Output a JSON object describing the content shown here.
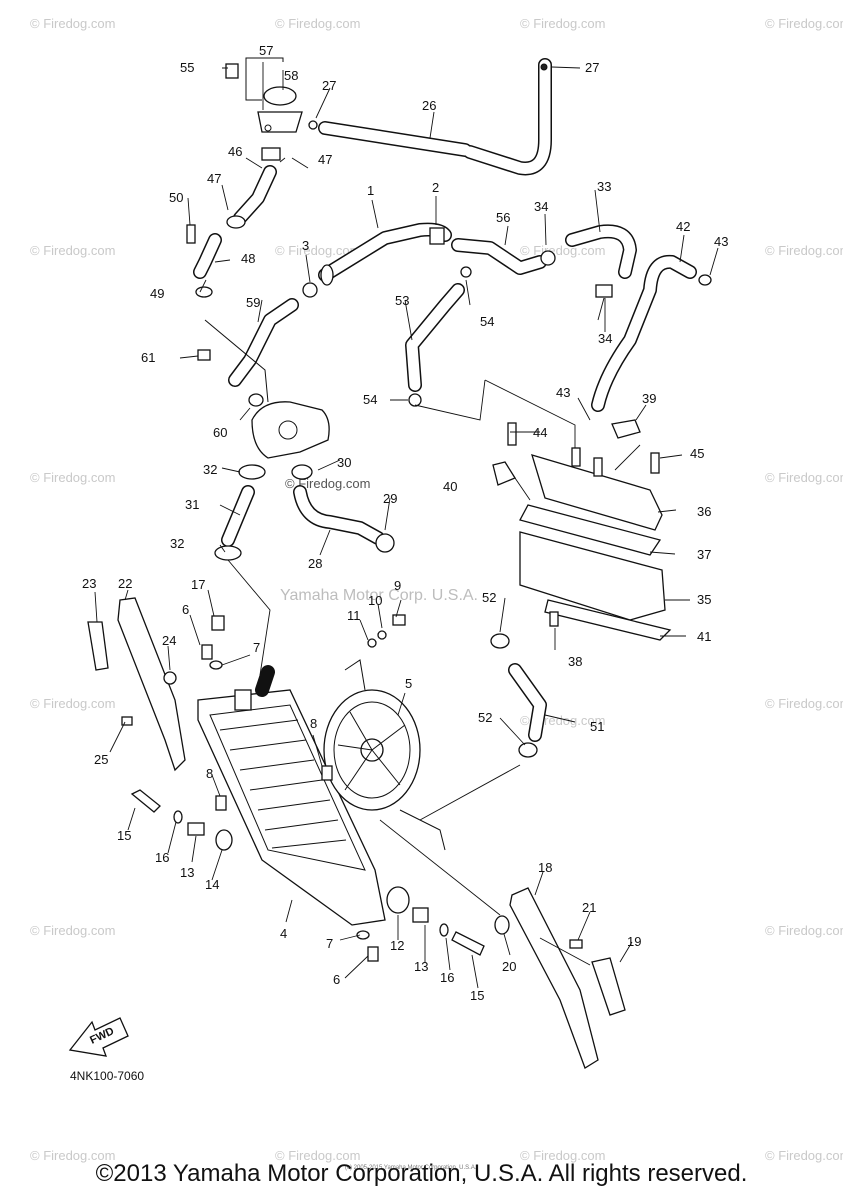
{
  "watermark": {
    "text": "© Firedog.com",
    "center_text": "Yamaha Motor Corp. U.S.A."
  },
  "diagram_code": "4NK100-7060",
  "fwd_label": "FWD",
  "copyright": "©2013 Yamaha Motor Corporation, U.S.A. All rights reserved.",
  "fine_print": "(c) 2005-2015 Yamaha Motor Corporation, U.S.A.",
  "labels": {
    "p1": "1",
    "p2": "2",
    "p3": "3",
    "p4": "4",
    "p5": "5",
    "p6a": "6",
    "p6b": "6",
    "p7a": "7",
    "p7b": "7",
    "p8a": "8",
    "p8b": "8",
    "p9": "9",
    "p10": "10",
    "p11": "11",
    "p12": "12",
    "p13a": "13",
    "p13b": "13",
    "p14": "14",
    "p15a": "15",
    "p15b": "15",
    "p16a": "16",
    "p16b": "16",
    "p17": "17",
    "p18": "18",
    "p19": "19",
    "p20": "20",
    "p21": "21",
    "p22": "22",
    "p23": "23",
    "p24": "24",
    "p25": "25",
    "p26": "26",
    "p27a": "27",
    "p27b": "27",
    "p28": "28",
    "p29": "29",
    "p30": "30",
    "p31": "31",
    "p32a": "32",
    "p32b": "32",
    "p33": "33",
    "p34a": "34",
    "p34b": "34",
    "p35": "35",
    "p36": "36",
    "p37": "37",
    "p38": "38",
    "p39": "39",
    "p40": "40",
    "p41": "41",
    "p42": "42",
    "p43a": "43",
    "p43b": "43",
    "p44": "44",
    "p45": "45",
    "p46": "46",
    "p47a": "47",
    "p47b": "47",
    "p48": "48",
    "p49": "49",
    "p50": "50",
    "p51": "51",
    "p52a": "52",
    "p52b": "52",
    "p53": "53",
    "p54a": "54",
    "p54b": "54",
    "p55": "55",
    "p56": "56",
    "p57": "57",
    "p58": "58",
    "p59": "59",
    "p60": "60",
    "p61": "61"
  }
}
